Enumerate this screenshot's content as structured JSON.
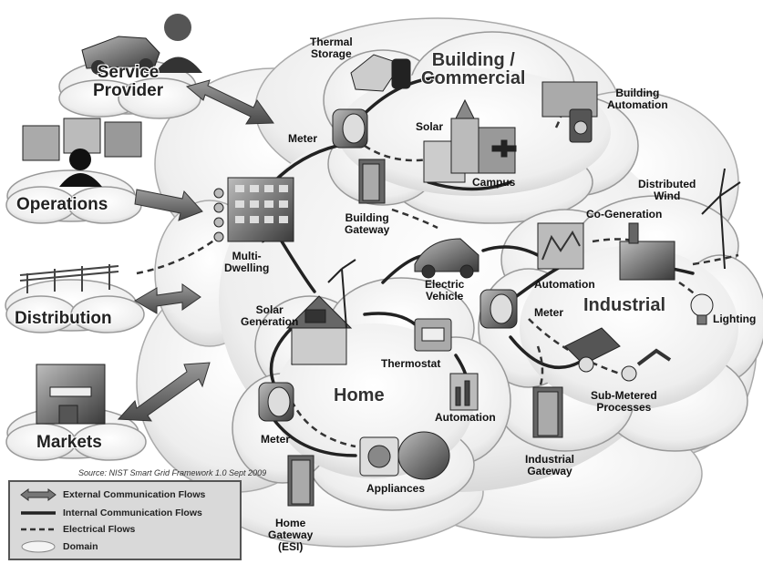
{
  "domains": {
    "service_provider": [
      "Service",
      "Provider"
    ],
    "operations": "Operations",
    "distribution": "Distribution",
    "markets": "Markets",
    "building": [
      "Building /",
      "Commercial"
    ],
    "home": "Home",
    "industrial": "Industrial"
  },
  "labels": {
    "thermal_storage": [
      "Thermal",
      "Storage"
    ],
    "building_automation": [
      "Building",
      "Automation"
    ],
    "meter_building": "Meter",
    "solar_building": "Solar",
    "campus": "Campus",
    "building_gateway": [
      "Building",
      "Gateway"
    ],
    "multi_dwelling": [
      "Multi-",
      "Dwelling"
    ],
    "distributed_wind": [
      "Distributed",
      "Wind"
    ],
    "co_generation": "Co-Generation",
    "automation_industrial": "Automation",
    "electric_vehicle": [
      "Electric",
      "Vehicle"
    ],
    "meter_industrial": "Meter",
    "lighting": "Lighting",
    "solar_generation": [
      "Solar",
      "Generation"
    ],
    "thermostat": "Thermostat",
    "sub_metered": [
      "Sub-Metered",
      "Processes"
    ],
    "automation_home": "Automation",
    "meter_home": "Meter",
    "industrial_gateway": [
      "Industrial",
      "Gateway"
    ],
    "appliances": "Appliances",
    "home_gateway": [
      "Home",
      "Gateway",
      "(ESI)"
    ]
  },
  "source": "Source:  NIST Smart Grid Framework 1.0 Sept 2009",
  "legend": [
    {
      "label": "External Communication Flows",
      "kind": "arrow"
    },
    {
      "label": "Internal Communication Flows",
      "kind": "solid"
    },
    {
      "label": "Electrical Flows",
      "kind": "dashed"
    },
    {
      "label": "Domain",
      "kind": "cloud"
    }
  ]
}
